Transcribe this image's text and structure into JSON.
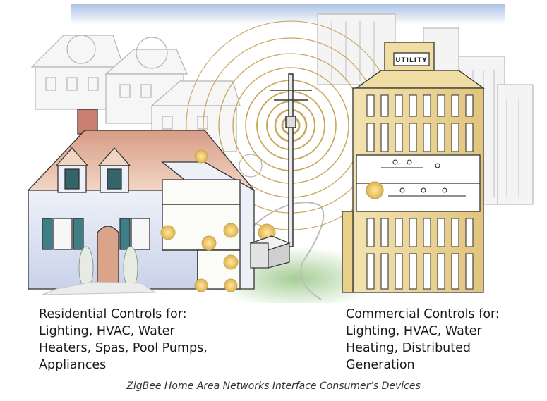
{
  "illustration": {
    "utility_sign": "UTILITY"
  },
  "residential": {
    "lines": [
      "Residential Controls for:",
      "Lighting, HVAC, Water",
      "Heaters, Spas, Pool Pumps,",
      "Appliances"
    ]
  },
  "commercial": {
    "lines": [
      "Commercial Controls for:",
      "Lighting, HVAC, Water",
      "Heating, Distributed",
      "Generation"
    ]
  },
  "footer": "ZigBee Home Area Networks Interface Consumer’s Devices",
  "colors": {
    "sky": "#c9d8ee",
    "signal_rings": "#c8a75a",
    "building_gold": "#e8cf8a",
    "roof": "#b9786a",
    "wall_blue": "#dfe4f2",
    "shutter_teal": "#3f7e86",
    "ground_green": "#8fc27a"
  }
}
